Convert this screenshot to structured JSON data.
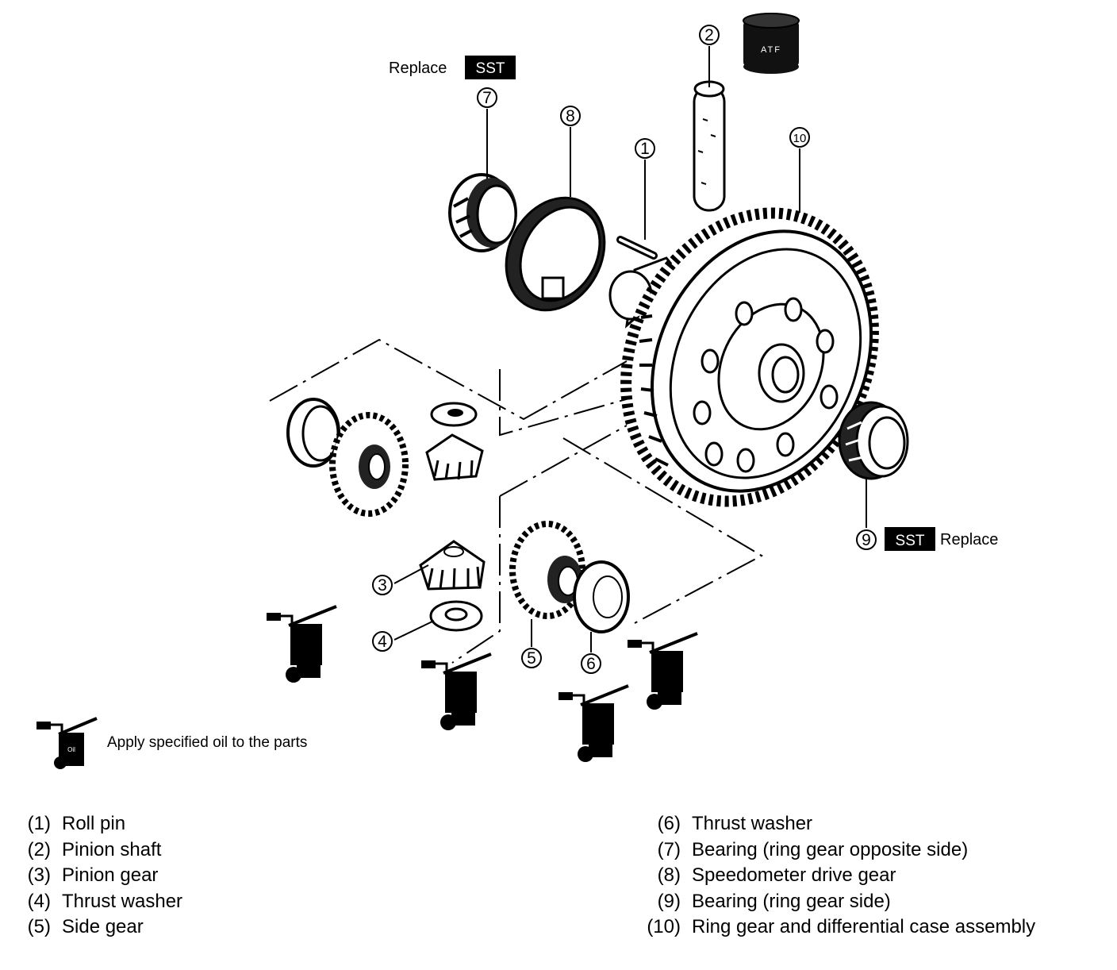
{
  "callouts": [
    "1",
    "2",
    "3",
    "4",
    "5",
    "6",
    "7",
    "8",
    "9",
    "10"
  ],
  "annotations": {
    "replace_top": "Replace",
    "sst_top": "SST",
    "sst_right": "SST",
    "replace_right": "Replace",
    "atf_label": "ATF",
    "oil_can_label": "Oil"
  },
  "legend": {
    "oil_text": "Apply specified oil to the parts"
  },
  "parts": [
    {
      "num": "(1)",
      "name": "Roll pin"
    },
    {
      "num": "(2)",
      "name": "Pinion shaft"
    },
    {
      "num": "(3)",
      "name": "Pinion gear"
    },
    {
      "num": "(4)",
      "name": "Thrust washer"
    },
    {
      "num": "(5)",
      "name": "Side gear"
    },
    {
      "num": "(6)",
      "name": "Thrust washer"
    },
    {
      "num": "(7)",
      "name": "Bearing (ring gear opposite side)"
    },
    {
      "num": "(8)",
      "name": "Speedometer drive gear"
    },
    {
      "num": "(9)",
      "name": "Bearing (ring gear side)"
    },
    {
      "num": "(10)",
      "name": "Ring gear and differential case assembly"
    }
  ]
}
